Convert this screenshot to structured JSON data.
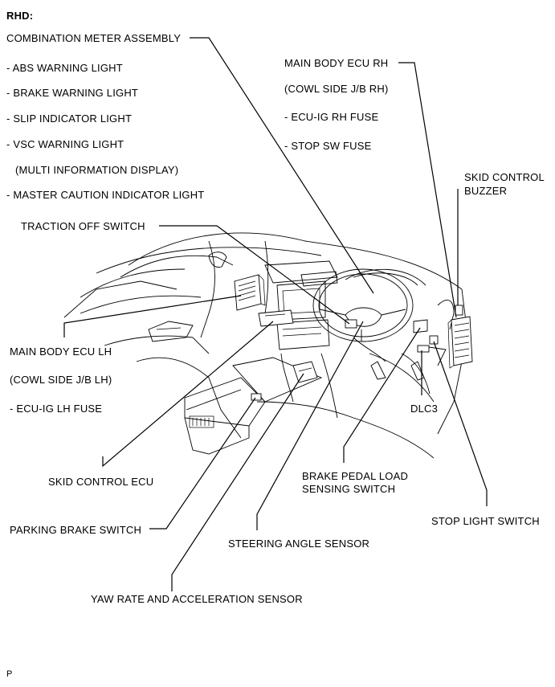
{
  "header": "RHD:",
  "labels": {
    "combination_meter": "COMBINATION METER ASSEMBLY",
    "abs_warning": "- ABS WARNING LIGHT",
    "brake_warning": "- BRAKE WARNING LIGHT",
    "slip_indicator": "- SLIP INDICATOR LIGHT",
    "vsc_warning": "- VSC WARNING LIGHT",
    "multi_info": "(MULTI INFORMATION DISPLAY)",
    "master_caution": "- MASTER CAUTION INDICATOR LIGHT",
    "traction_off": "TRACTION OFF SWITCH",
    "main_body_ecu_rh": "MAIN BODY ECU RH",
    "cowl_side_rh": "(COWL SIDE J/B RH)",
    "ecu_ig_rh": "- ECU-IG RH FUSE",
    "stop_sw": "- STOP SW FUSE",
    "skid_buzzer_1": "SKID CONTROL",
    "skid_buzzer_2": "BUZZER",
    "main_body_ecu_lh": "MAIN BODY ECU LH",
    "cowl_side_lh": "(COWL SIDE J/B LH)",
    "ecu_ig_lh": "- ECU-IG LH FUSE",
    "dlc3": "DLC3",
    "skid_ecu": "SKID CONTROL ECU",
    "brake_pedal_1": "BRAKE PEDAL LOAD",
    "brake_pedal_2": "SENSING SWITCH",
    "stop_light": "STOP LIGHT SWITCH",
    "parking_brake": "PARKING BRAKE SWITCH",
    "steering_angle": "STEERING ANGLE SENSOR",
    "yaw_rate": "YAW RATE AND ACCELERATION SENSOR"
  },
  "footer_code": "P"
}
